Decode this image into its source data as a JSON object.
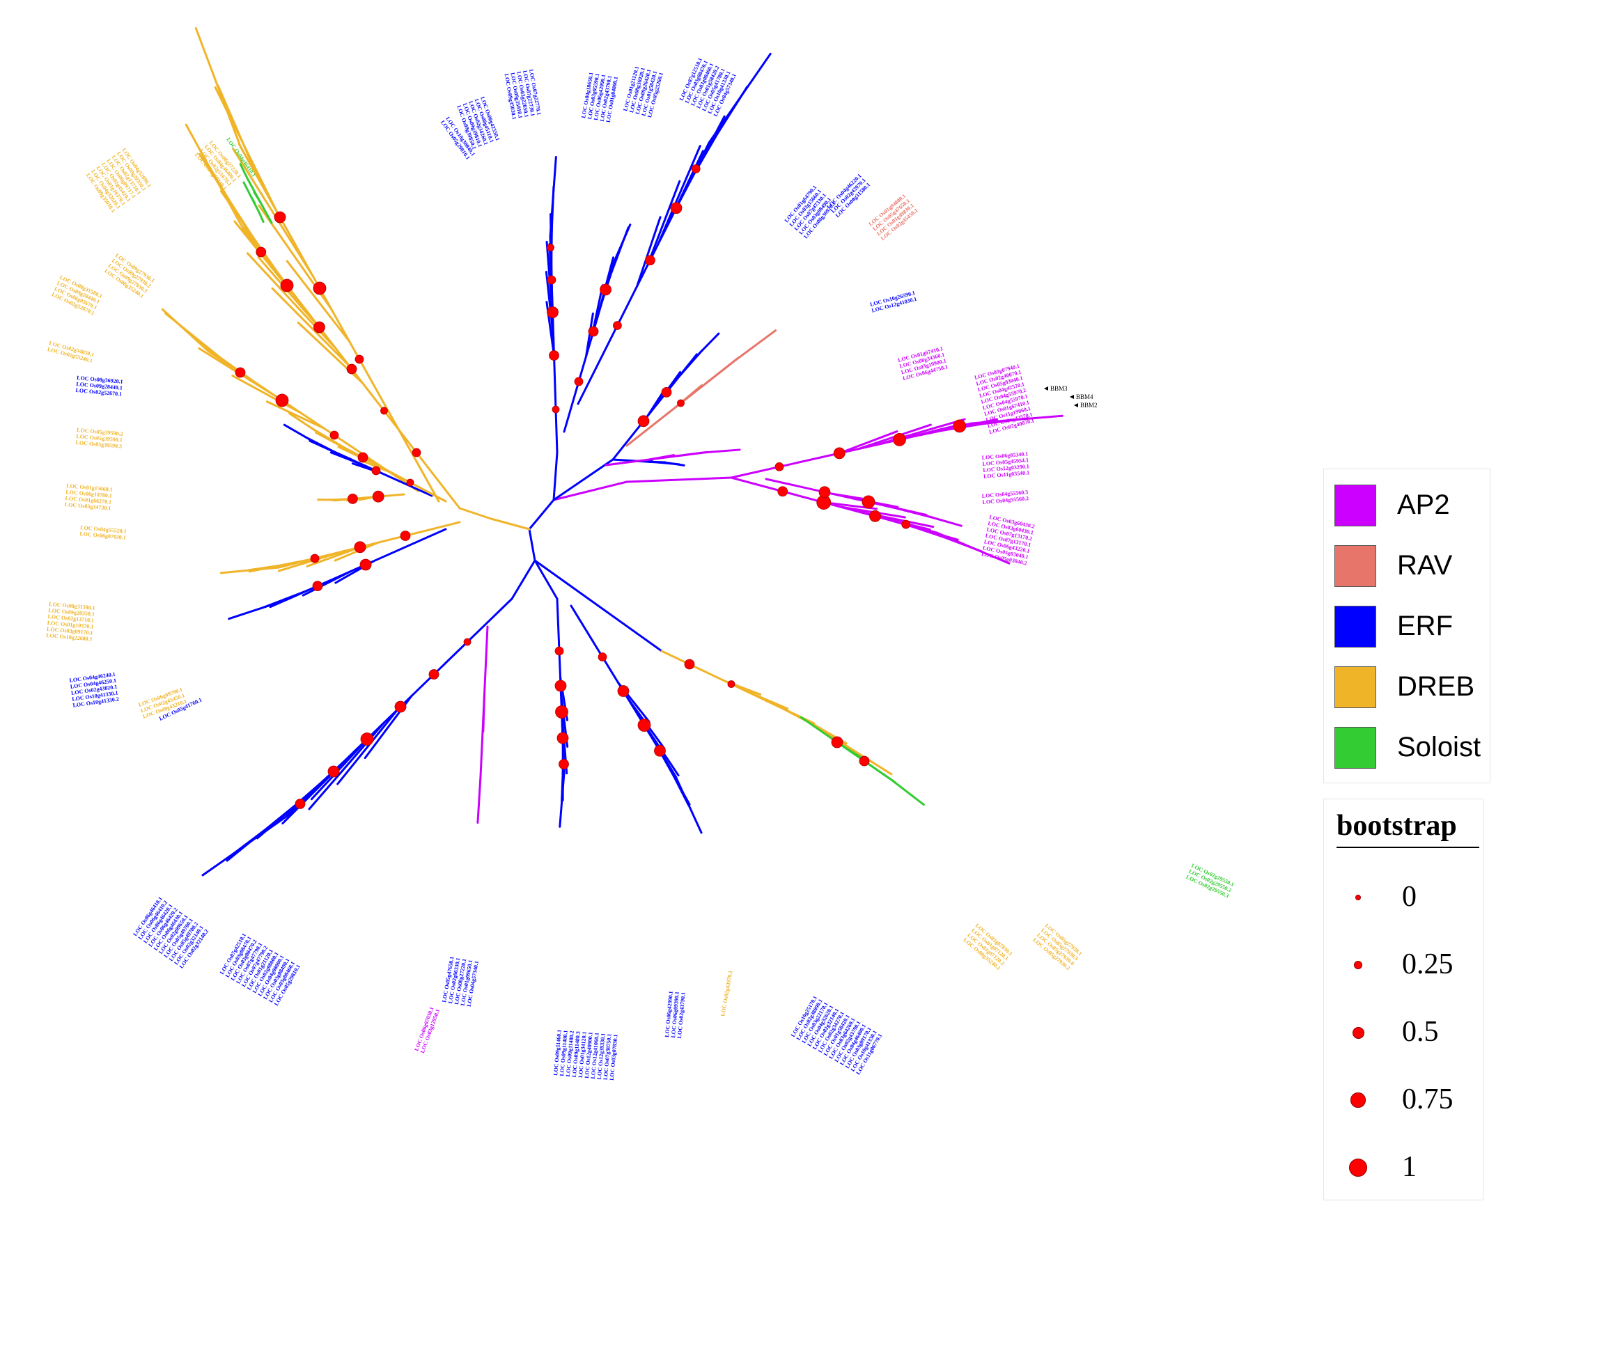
{
  "colors": {
    "AP2": "#cc00ff",
    "RAV": "#e8756a",
    "ERF": "#0000ff",
    "DREB": "#f0b429",
    "Soloist": "#33cc33",
    "bootstrap_dot": "#ff0000"
  },
  "legend": {
    "families": [
      {
        "label": "AP2",
        "color": "#cc00ff"
      },
      {
        "label": "RAV",
        "color": "#e8756a"
      },
      {
        "label": "ERF",
        "color": "#0000ff"
      },
      {
        "label": "DREB",
        "color": "#f0b429"
      },
      {
        "label": "Soloist",
        "color": "#33cc33"
      }
    ],
    "bootstrap": {
      "title": "bootstrap",
      "levels": [
        {
          "label": "0",
          "value": 0
        },
        {
          "label": "0.25",
          "value": 0.25
        },
        {
          "label": "0.5",
          "value": 0.5
        },
        {
          "label": "0.75",
          "value": 0.75
        },
        {
          "label": "1",
          "value": 1
        }
      ]
    }
  },
  "markers": [
    "BBM3",
    "BBM4",
    "BBM2"
  ],
  "leaf_groups": [
    {
      "family": "ERF",
      "labels": [
        "LOC Os10g30840.1",
        "LOC Os05g29810.1"
      ]
    },
    {
      "family": "ERF",
      "labels": [
        "LOC Os08g42550.1",
        "LOC Os08g45110.1",
        "LOC Os02g34260.1",
        "LOC Os09g39810.1",
        "LOC Os09g39850.1"
      ]
    },
    {
      "family": "ERF",
      "labels": [
        "LOC Os07g22770.1",
        "LOC Os07g22730.1",
        "LOC Os03g22850.1",
        "LOC Os09g35010.1",
        "LOC Os09g35030.1"
      ]
    },
    {
      "family": "DREB",
      "labels": [
        "LOC Os08g27220.1",
        "LOC Os04g46400.1",
        "LOC Os02g51670.1",
        "LOC Os04g57340.1"
      ]
    },
    {
      "family": "Soloist",
      "labels": [
        "LOC Os04g46410.1"
      ]
    },
    {
      "family": "DREB",
      "labels": [
        "LOC Os04g52090.1",
        "LOC Os09g20350.1",
        "LOC Os02g13710.1",
        "LOC Os06g09717.1",
        "LOC Os02g45420.1",
        "LOC Os01g10370.1",
        "LOC Os04g32620.1",
        "LOC Os09g35010.1"
      ]
    },
    {
      "family": "ERF",
      "labels": [
        "LOC Os04g18650.1",
        "LOC Os03g05590.1",
        "LOC Os06g42990.1",
        "LOC Os02g43790.1",
        "LOC Os01g04800.1"
      ]
    },
    {
      "family": "ERF",
      "labels": [
        "LOC Os01g21120.1",
        "LOC Os08g36920.1",
        "LOC Os09g26420.1",
        "LOC Os01g58420.1",
        "LOC Os05g25260.1"
      ]
    },
    {
      "family": "ERF",
      "labels": [
        "LOC Os07g12510.1",
        "LOC Os03g08470.1",
        "LOC Os03g08460.1",
        "LOC Os01g58420.2",
        "LOC Os05g41780.1",
        "LOC Os10g41330.1",
        "LOC Os04g57340.1"
      ]
    },
    {
      "family": "ERF",
      "labels": [
        "LOC Os01g64790.1",
        "LOC Os03g15660.1",
        "LOC Os07g47330.1",
        "LOC Os03g08490.1",
        "LOC Os08g36920.1"
      ]
    },
    {
      "family": "ERF",
      "labels": [
        "LOC Os04g46220.1",
        "LOC Os02g43970.1",
        "LOC Os08g31580.1"
      ]
    },
    {
      "family": "RAV",
      "labels": [
        "LOC Os01g04800.1",
        "LOC Os05g47650.1",
        "LOC Os01g49830.1",
        "LOC Os02g45450.1"
      ]
    },
    {
      "family": "ERF",
      "labels": [
        "LOC Os10g26590.1",
        "LOC Os12g41030.1"
      ]
    },
    {
      "family": "AP2",
      "labels": [
        "LOC Os01g67410.1",
        "LOC Os08g34360.1",
        "LOC Os03g19900.1",
        "LOC Os06g44750.1"
      ]
    },
    {
      "family": "AP2",
      "labels": [
        "LOC Os03g07940.1",
        "LOC Os02g40070.1",
        "LOC Os05g03040.1",
        "LOC Os04g42570.1",
        "LOC Os04g55970.2",
        "LOC Os04g55970.1",
        "LOC Os01g67410.1",
        "LOC Os11g19060.1",
        "LOC Os04g42570.1",
        "LOC Os02g40070.1"
      ]
    },
    {
      "family": "AP2",
      "labels": [
        "LOC Os06g05340.1",
        "LOC Os05g45954.1",
        "LOC Os12g03290.1",
        "LOC Os11g03540.1"
      ]
    },
    {
      "family": "AP2",
      "labels": [
        "LOC Os04g55560.3",
        "LOC Os04g55560.2"
      ]
    },
    {
      "family": "AP2",
      "labels": [
        "LOC Os03g60430.2",
        "LOC Os03g60430.1",
        "LOC Os07g13170.2",
        "LOC Os07g13170.1",
        "LOC Os06g43220.1",
        "LOC Os05g03040.1",
        "LOC Os05g03040.2"
      ]
    },
    {
      "family": "DREB",
      "labels": [
        "LOC Os09g27930.1",
        "LOC Os09g27930.2",
        "LOC Os09g27930.3",
        "LOC Os08g35240.1"
      ]
    },
    {
      "family": "DREB",
      "labels": [
        "LOC Os08g31580.1",
        "LOC Os09g28440.1",
        "LOC Os06g03670.1",
        "LOC Os02g52670.1"
      ]
    },
    {
      "family": "DREB",
      "labels": [
        "LOC Os02g54050.1",
        "LOC Os02g55240.1"
      ]
    },
    {
      "family": "ERF",
      "labels": [
        "LOC Os08g36920.1",
        "LOC Os09g28440.1",
        "LOC Os02g52670.1"
      ]
    },
    {
      "family": "DREB",
      "labels": [
        "LOC Os05g39590.2",
        "LOC Os05g39590.1",
        "LOC Os05g39590.3"
      ]
    },
    {
      "family": "DREB",
      "labels": [
        "LOC Os01g15660.1",
        "LOC Os06g10780.1",
        "LOC Os01g66270.1",
        "LOC Os05g34730.1"
      ]
    },
    {
      "family": "DREB",
      "labels": [
        "LOC Os04g55520.1",
        "LOC Os06g07030.1"
      ]
    },
    {
      "family": "DREB",
      "labels": [
        "LOC Os08g31580.1",
        "LOC Os09g20350.1",
        "LOC Os02g13710.1",
        "LOC Os01g10370.1",
        "LOC Os03g09170.1",
        "LOC Os10g22600.1"
      ]
    },
    {
      "family": "ERF",
      "labels": [
        "LOC Os04g46240.1",
        "LOC Os04g46250.1",
        "LOC Os02g43820.1",
        "LOC Os10g41330.1",
        "LOC Os10g41330.2"
      ]
    },
    {
      "family": "DREB",
      "labels": [
        "LOC Os06g09790.1",
        "LOC Os02g45450.1",
        "LOC Os08g43210.1"
      ]
    },
    {
      "family": "ERF",
      "labels": [
        "LOC Os05g41760.1"
      ]
    },
    {
      "family": "ERF",
      "labels": [
        "LOC Os06g46410.1",
        "LOC Os06g46410.2",
        "LOC Os06g46420.1",
        "LOC Os06g46420.2",
        "LOC Os06g46430.1",
        "LOC Os02g09650.1",
        "LOC Os05g49700.1",
        "LOC Os05g49700.2",
        "LOC Os02g32140.1",
        "LOC Os02g32140.2"
      ]
    },
    {
      "family": "ERF",
      "labels": [
        "LOC Os07g42510.1",
        "LOC Os03g08470.1",
        "LOC Os03g08470.2",
        "LOC Os07g47790.1",
        "LOC Os07g47790.2",
        "LOC Os01g21120.1",
        "LOC Os02g08000.1",
        "LOC Os04g08000.1",
        "LOC Os03g08490.1",
        "LOC Os03g08460.1",
        "LOC Os05g29810.1"
      ]
    },
    {
      "family": "AP2",
      "labels": [
        "LOC Os06g07030.1",
        "LOC Os03g12950.1"
      ]
    },
    {
      "family": "ERF",
      "labels": [
        "LOC Os05g47650.1",
        "LOC Os02g06330.1",
        "LOC Os08g27220.1",
        "LOC Os01g09650.1",
        "LOC Os04g57340.1"
      ]
    },
    {
      "family": "ERF",
      "labels": [
        "LOC Os09g11460.1",
        "LOC Os09g11480.1",
        "LOC Os09g11480.2",
        "LOC Os09g11480.3",
        "LOC Os01g34120.1",
        "LOC Os12g40900.1",
        "LOC Os12g41060.1",
        "LOC Os12g39330.1",
        "LOC Os07g38750.1",
        "LOC Os03g07830.1"
      ]
    },
    {
      "family": "ERF",
      "labels": [
        "LOC Os06g42990.1",
        "LOC Os06g09390.1",
        "LOC Os02g43790.1"
      ]
    },
    {
      "family": "DREB",
      "labels": [
        "LOC Os02g43970.1"
      ]
    },
    {
      "family": "ERF",
      "labels": [
        "LOC Os10g25170.1",
        "LOC Os02g38090.1",
        "LOC Os03g22170.1",
        "LOC Os04g32620.1",
        "LOC Os02g32140.1",
        "LOC Os02g34270.1",
        "LOC Os01g58420.1",
        "LOC Os03g64260.1",
        "LOC Os02g43790.1",
        "LOC Os04g46400.1",
        "LOC Os03g09170.1",
        "LOC Os10g41330.1",
        "LOC Os11g06770.1"
      ]
    },
    {
      "family": "DREB",
      "labels": [
        "LOC Os03g07830.1",
        "LOC Os01g07120.1",
        "LOC Os01g07120.2",
        "LOC Os08g35240.1"
      ]
    },
    {
      "family": "DREB",
      "labels": [
        "LOC Os05g27930.1",
        "LOC Os05g27930.3",
        "LOC Os05g27930.4",
        "LOC Os05g27930.2"
      ]
    },
    {
      "family": "Soloist",
      "labels": [
        "LOC Os02g29550.1",
        "LOC Os02g29550.2",
        "LOC Os02g29550.3"
      ]
    }
  ]
}
